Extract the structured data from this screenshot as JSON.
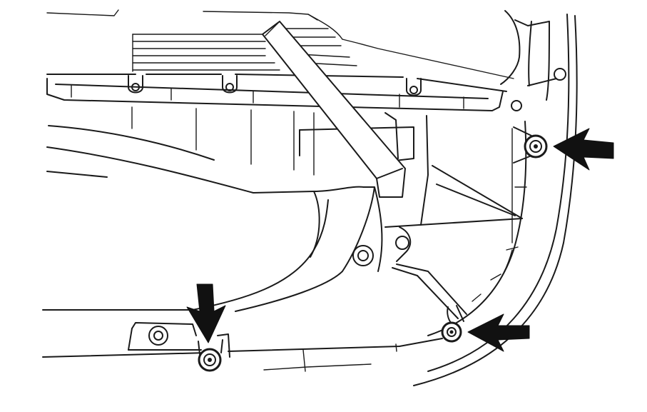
{
  "figure": {
    "colors": {
      "line": "#1a1a1a",
      "arrow": "#111111",
      "background": "#ffffff"
    },
    "callouts": [
      {
        "id": "fastener-upper-right",
        "icon": "arrow-left-icon"
      },
      {
        "id": "fastener-lower-right",
        "icon": "arrow-left-icon"
      },
      {
        "id": "fastener-bottom-center",
        "icon": "arrow-down-icon"
      }
    ]
  }
}
